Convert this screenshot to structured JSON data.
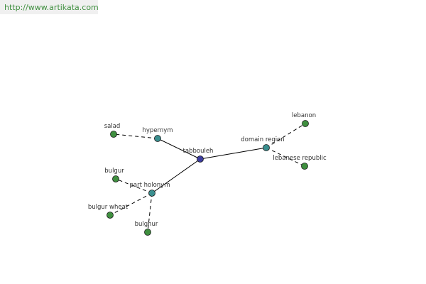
{
  "header": {
    "url": "http://www.artikata.com"
  },
  "colors": {
    "url_text": "#3f8f3f",
    "edge": "#000000",
    "node_center": "#3d3d9e",
    "node_relation": "#3a8f8f",
    "node_leaf": "#3f8f3f",
    "node_stroke": "#1a1a1a"
  },
  "graph": {
    "nodes": [
      {
        "id": "tabbouleh",
        "label": "tabbouleh",
        "kind": "center"
      },
      {
        "id": "hypernym",
        "label": "hypernym",
        "kind": "relation"
      },
      {
        "id": "part-holonym",
        "label": "part holonym",
        "kind": "relation"
      },
      {
        "id": "domain-region",
        "label": "domain region",
        "kind": "relation"
      },
      {
        "id": "salad",
        "label": "salad",
        "kind": "leaf"
      },
      {
        "id": "bulgur",
        "label": "bulgur",
        "kind": "leaf"
      },
      {
        "id": "bulgur-wheat",
        "label": "bulgur wheat",
        "kind": "leaf"
      },
      {
        "id": "bulghur",
        "label": "bulghur",
        "kind": "leaf"
      },
      {
        "id": "lebanon",
        "label": "lebanon",
        "kind": "leaf"
      },
      {
        "id": "lebanese-republic",
        "label": "lebanese republic",
        "kind": "leaf"
      }
    ],
    "edges": [
      {
        "from": "tabbouleh",
        "to": "hypernym",
        "style": "solid"
      },
      {
        "from": "tabbouleh",
        "to": "part-holonym",
        "style": "solid"
      },
      {
        "from": "tabbouleh",
        "to": "domain-region",
        "style": "solid"
      },
      {
        "from": "hypernym",
        "to": "salad",
        "style": "dashed"
      },
      {
        "from": "part-holonym",
        "to": "bulgur",
        "style": "dashed"
      },
      {
        "from": "part-holonym",
        "to": "bulgur-wheat",
        "style": "dashed"
      },
      {
        "from": "part-holonym",
        "to": "bulghur",
        "style": "dashed"
      },
      {
        "from": "domain-region",
        "to": "lebanon",
        "style": "dashed"
      },
      {
        "from": "domain-region",
        "to": "lebanese-republic",
        "style": "dashed"
      }
    ]
  }
}
